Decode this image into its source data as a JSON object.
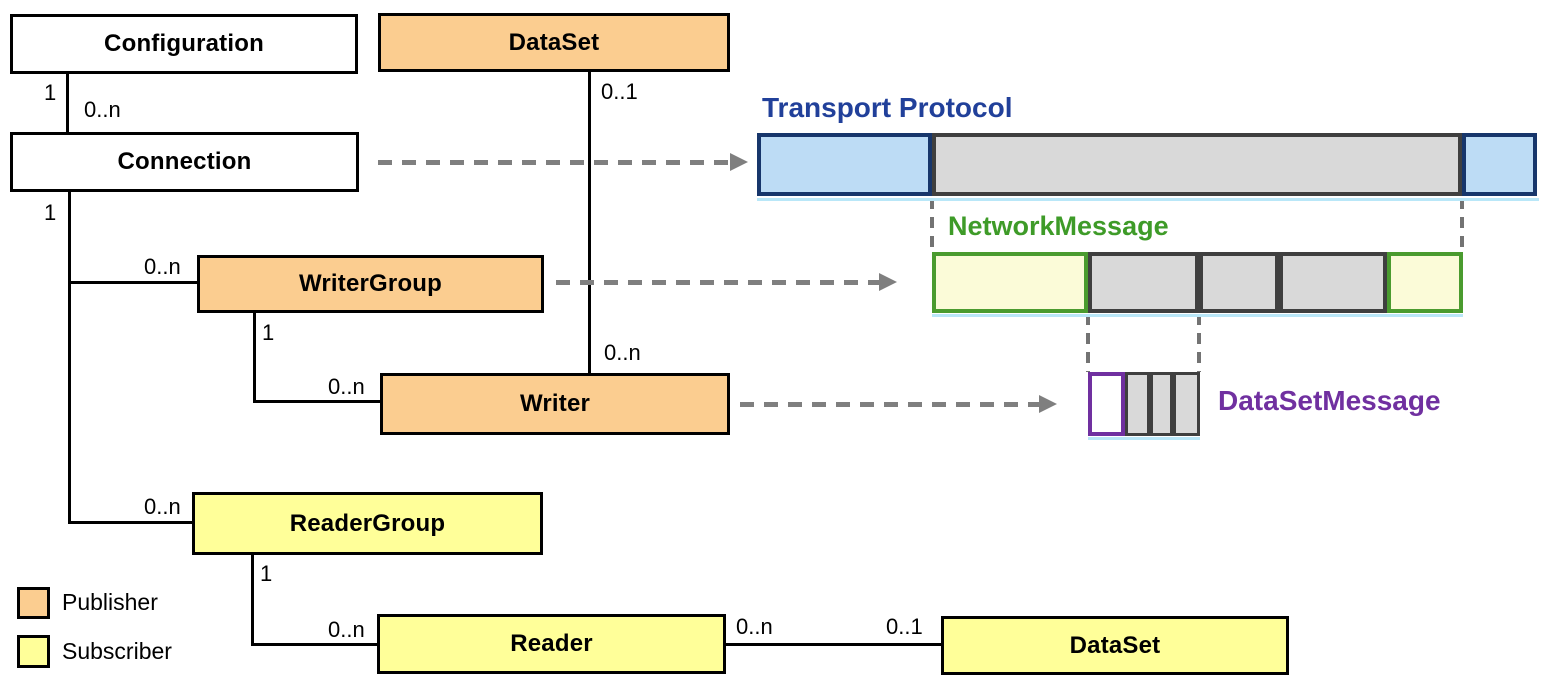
{
  "diagram": {
    "boxes": {
      "configuration": "Configuration",
      "dataset_top": "DataSet",
      "connection": "Connection",
      "writer_group": "WriterGroup",
      "writer": "Writer",
      "reader_group": "ReaderGroup",
      "reader": "Reader",
      "dataset_bottom": "DataSet"
    },
    "multiplicities": {
      "configuration_connection_one": "1",
      "configuration_connection_many": "0..n",
      "connection_children_one": "1",
      "connection_writergroup_many": "0..n",
      "connection_readergroup_many": "0..n",
      "writergroup_writer_one": "1",
      "writergroup_writer_many": "0..n",
      "readergroup_reader_one": "1",
      "readergroup_reader_many": "0..n",
      "dataset_writer_optional": "0..1",
      "dataset_writer_many": "0..n",
      "reader_dataset_many": "0..n",
      "reader_dataset_optional": "0..1"
    },
    "message_labels": {
      "transport_protocol": "Transport Protocol",
      "network_message": "NetworkMessage",
      "dataset_message": "DataSetMessage"
    },
    "legend": {
      "publisher": "Publisher",
      "subscriber": "Subscriber"
    },
    "colors": {
      "publisher_fill": "#FBCD90",
      "subscriber_fill": "#FFFF99",
      "transport_fill": "#BDDCF5",
      "transport_border": "#17366B",
      "transport_label": "#21409A",
      "network_fill": "#FBFBD8",
      "network_border": "#4A9B2F",
      "network_label": "#3E9B28",
      "payload_fill": "#D9D9D9",
      "payload_border": "#3F3F3F",
      "datasetmessage_border": "#7030A0",
      "datasetmessage_label": "#7030A0",
      "connector": "#000000",
      "arrow": "#7F7F7F"
    }
  }
}
